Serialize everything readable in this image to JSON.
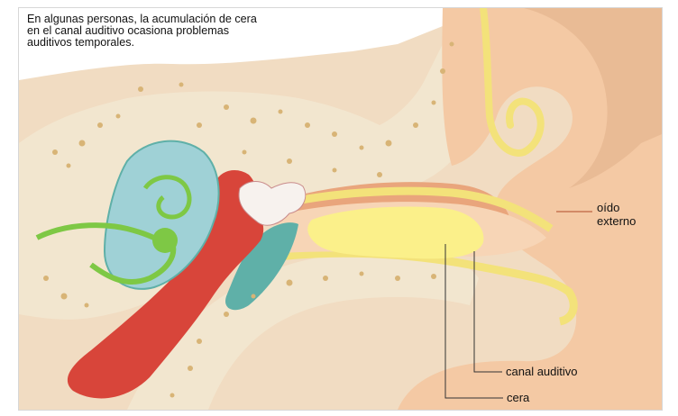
{
  "caption": {
    "line1": "En algunas personas, la acumulación de cera",
    "line2": "en el canal auditivo ocasiona problemas",
    "line3": "auditivos temporales."
  },
  "labels": {
    "outer_ear_line1": "oído",
    "outer_ear_line2": "externo",
    "ear_canal": "canal auditivo",
    "wax": "cera"
  },
  "colors": {
    "skin": "#f4c9a4",
    "skin_dark": "#e9a57c",
    "canal_lining": "#f3e27a",
    "wax": "#fbf08a",
    "bone": "#f2e6cf",
    "bone_speckle": "#d8b476",
    "middle_ear_red": "#d8453a",
    "cochlea_blue": "#9fd1d6",
    "nerve_green": "#7ec845",
    "eardrum_teal": "#5fb0a8"
  }
}
